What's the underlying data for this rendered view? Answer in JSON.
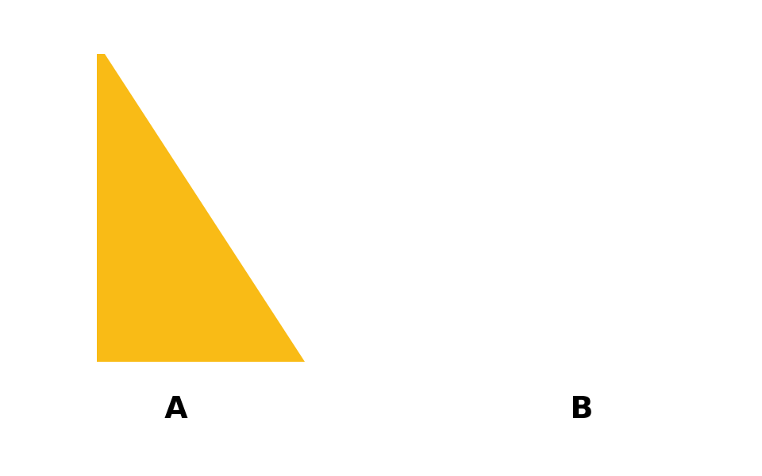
{
  "panels": [
    {
      "label": "A",
      "shape": "right-triangle",
      "fill": "#F9BB16"
    },
    {
      "label": "B",
      "shape": "blank",
      "fill": "#FFFFFF"
    }
  ]
}
